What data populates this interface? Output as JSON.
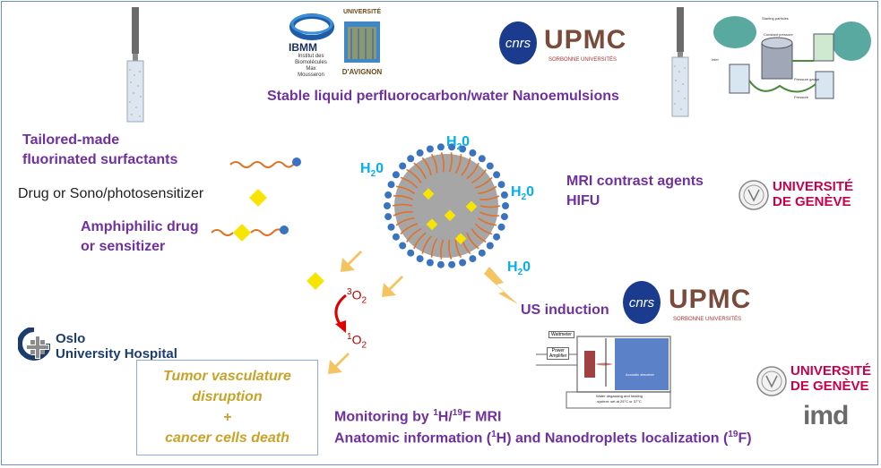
{
  "title": "Stable liquid perfluorocarbon/water Nanoemulsions",
  "labels": {
    "surfactants_line1": "Tailored-made",
    "surfactants_line2": "fluorinated surfactants",
    "drug": "Drug or Sono/photosensitizer",
    "amphiphilic_line1": "Amphiphilic drug",
    "amphiphilic_line2": "or sensitizer",
    "mri_contrast": "MRI contrast agents",
    "hifu": "HIFU",
    "us_induction": "US induction",
    "h2o": "H",
    "h2o_sub": "2",
    "h2o_o": "0",
    "triplet_o2": "O",
    "triplet_sup": "3",
    "singlet_sup": "1",
    "o2_sub": "2",
    "monitoring": "Monitoring by",
    "monitoring_nuclei": "H/",
    "monitoring_end": "F MRI",
    "sup_1": "1",
    "sup_19": "19",
    "anatomic_start": "Anatomic information (",
    "anatomic_mid": "H) and Nanodroplets localization (",
    "anatomic_end": "F)"
  },
  "tumor_box": {
    "line1": "Tumor vasculature",
    "line2": "disruption",
    "line3": "+",
    "line4": "cancer cells death"
  },
  "logos": {
    "ibmm_name": "IBMM",
    "ibmm_sub1": "Institut des",
    "ibmm_sub2": "Biomolécules",
    "ibmm_sub3": "Max Mousseron",
    "avignon_top": "UNIVERSITÉ",
    "avignon_bottom": "D'AVIGNON",
    "cnrs": "cnrs",
    "upmc": "UPMC",
    "upmc_sub": "SORBONNE UNIVERSITÉS",
    "geneve_line1": "UNIVERSITÉ",
    "geneve_line2": "DE GENÈVE",
    "oslo_line1": "Oslo",
    "oslo_line2": "University Hospital",
    "imd": "imd"
  },
  "apparatus": {
    "wattmeter": "Wattmeter",
    "power": "Power",
    "amplifier": "Amplifier",
    "acoustic": "Acoustic absorber",
    "water_line1": "Water degassing and heating",
    "water_line2": "system: set at 25°C or 37°C"
  },
  "colors": {
    "purple": "#7030a0",
    "cyan": "#00b0f0",
    "orange_arrow": "#f4c463",
    "yellow": "#f7e400",
    "gold_text": "#c9a227",
    "red_arrow": "#e00000",
    "geneve": "#c8004b"
  },
  "icons": [
    "ultrasound-probe-icon",
    "cnrs-logo",
    "upmc-logo",
    "emulsification-process-icon",
    "geneve-seal-icon",
    "oslo-logo",
    "imd-logo"
  ]
}
